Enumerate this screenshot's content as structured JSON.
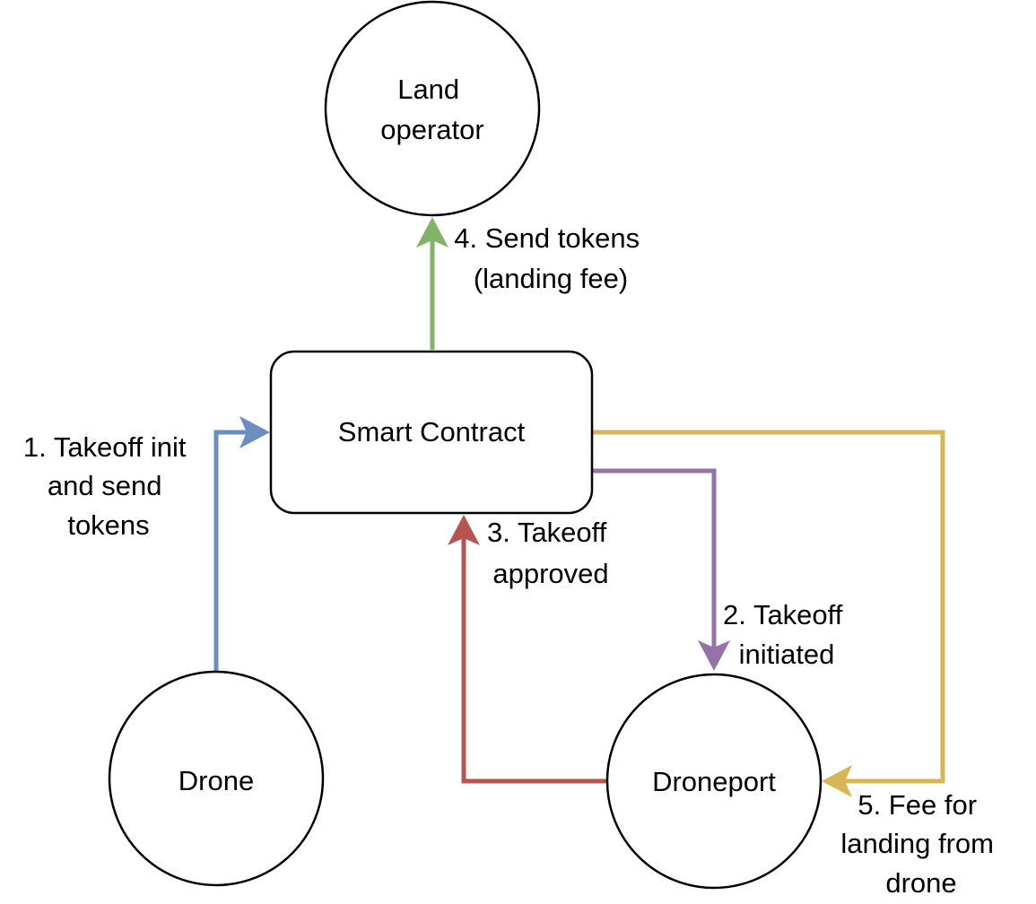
{
  "nodes": {
    "land_operator": [
      "Land",
      "operator"
    ],
    "smart_contract": "Smart Contract",
    "drone": "Drone",
    "droneport": "Droneport"
  },
  "edges": {
    "takeoff_init": {
      "lines": [
        "1. Takeoff init",
        "and send",
        "tokens"
      ],
      "color": "#6c8ebf"
    },
    "takeoff_initiated": {
      "lines": [
        "2. Takeoff",
        "initiated"
      ],
      "color": "#9673a6"
    },
    "takeoff_approved": {
      "lines": [
        "3. Takeoff",
        "approved"
      ],
      "color": "#b85450"
    },
    "send_tokens": {
      "lines": [
        "4. Send tokens",
        "(landing fee)"
      ],
      "color": "#82b366"
    },
    "fee_landing": {
      "lines": [
        "5. Fee for",
        "landing from",
        "drone"
      ],
      "color": "#d6b656"
    }
  }
}
